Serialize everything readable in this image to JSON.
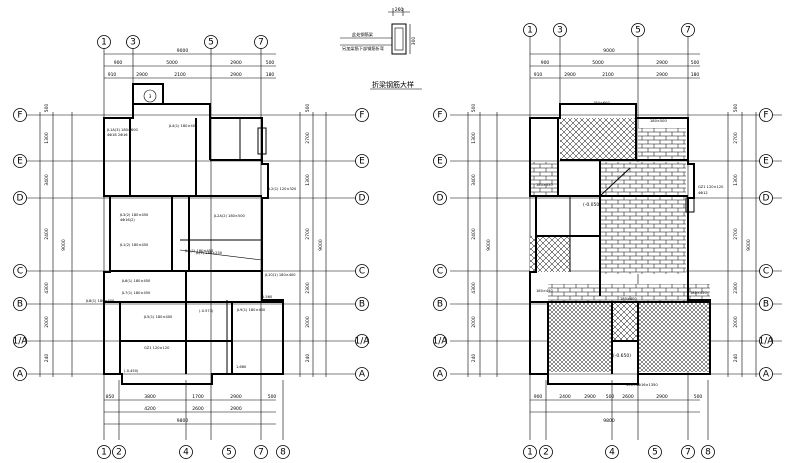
{
  "legend": {
    "title": "折梁钢筋大样",
    "note1": "此处钢筋梁",
    "note2": "另加梁筋下部钢筋折弯",
    "dim_top": "260",
    "dim_side": "300"
  },
  "left_plan": {
    "top_axes": [
      "1",
      "3",
      "5",
      "7"
    ],
    "bottom_axes": [
      "1",
      "2",
      "4",
      "5",
      "7",
      "8"
    ],
    "left_axes": [
      "F",
      "E",
      "D",
      "C",
      "B",
      "1/A",
      "A"
    ],
    "right_axes": [
      "F",
      "E",
      "D",
      "C",
      "B",
      "1/A",
      "A"
    ],
    "top_dims_total": "9000",
    "top_dims_1": [
      "900",
      "5000",
      "2900",
      "500"
    ],
    "top_dims_2": [
      "910",
      "2900",
      "2100",
      "2900",
      "180"
    ],
    "bottom_dims_1": [
      "850",
      "3800",
      "1700",
      "2900",
      "500"
    ],
    "bottom_dims_2": [
      "4200",
      "2600",
      "2900"
    ],
    "bottom_dims_total": "9800",
    "left_dims": [
      "500",
      "1300",
      "3400",
      "2400",
      "4300",
      "2000",
      "240"
    ],
    "left_total": "9000",
    "right_dims": [
      "500",
      "2700",
      "1300",
      "2700",
      "2300",
      "2000",
      "240"
    ],
    "beam_labels": [
      "JL1A(3) 180×600",
      "4Φ18 2Φ16",
      "JL4(1) 180×400",
      "JL3(2) 180×450",
      "4Φ16(2)",
      "JL1(2) 180×450",
      "JL2(1) 120×320",
      "JL2A(2) 180×500",
      "JL5(1) 180×450",
      "JL6(1) 180×450",
      "JL7(1) 180×450",
      "JL5(1) 180×400",
      "GZ1 120×120",
      "JL8(1) 180×450",
      "JL9(1) 180×400",
      "JL10(1) 180×400",
      "JL(1) 180×250"
    ],
    "level_labels": [
      "(-0.450)",
      "(-0.573)",
      "1.660",
      "1.560"
    ],
    "circle_label": "3"
  },
  "right_plan": {
    "top_axes": [
      "1",
      "3",
      "5",
      "7"
    ],
    "bottom_axes": [
      "1",
      "2",
      "4",
      "5",
      "7",
      "8"
    ],
    "left_axes": [
      "F",
      "E",
      "D",
      "C",
      "B",
      "1/A",
      "A"
    ],
    "right_axes": [
      "F",
      "E",
      "D",
      "C",
      "B",
      "1/A",
      "A"
    ],
    "top_dims_total": "9000",
    "top_dims_1": [
      "900",
      "5000",
      "2900",
      "500"
    ],
    "top_dims_2": [
      "910",
      "2900",
      "2100",
      "2900",
      "180"
    ],
    "bottom_dims_1": [
      "900",
      "2400",
      "2900",
      "500",
      "2600",
      "2900",
      "500"
    ],
    "bottom_dims_total": "9800",
    "left_dims": [
      "500",
      "1300",
      "3400",
      "2400",
      "4300",
      "2000",
      "240"
    ],
    "left_total": "9000",
    "right_dims": [
      "500",
      "2700",
      "1300",
      "2700",
      "2300",
      "2000",
      "240"
    ],
    "beam_labels": [
      "180×600",
      "180×500",
      "180×550",
      "180×450",
      "180×400",
      "GZ1 120×120",
      "4Φ12",
      "180×450",
      "300×4Φ16×1350"
    ],
    "slab_label": "(-0.050)",
    "room_label": "(-0.650)"
  }
}
